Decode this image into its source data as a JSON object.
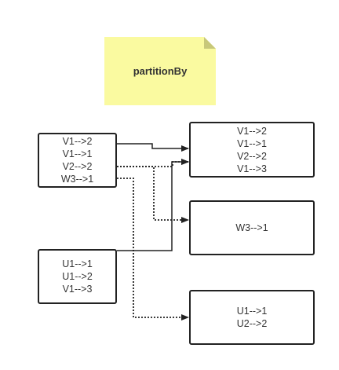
{
  "note": {
    "title": "partitionBy"
  },
  "source_boxes": [
    {
      "id": "src-1",
      "lines": [
        "V1-->2",
        "V1-->1",
        "V2-->2",
        "W3-->1"
      ]
    },
    {
      "id": "src-2",
      "lines": [
        "U1-->1",
        "U1-->2",
        "V1-->3"
      ]
    }
  ],
  "partition_boxes": [
    {
      "id": "part-1",
      "lines": [
        "V1-->2",
        "V1-->1",
        "V2-->2",
        "V1-->3"
      ]
    },
    {
      "id": "part-2",
      "lines": [
        "W3-->1"
      ]
    },
    {
      "id": "part-3",
      "lines": [
        "U1-->1",
        "U2-->2"
      ]
    }
  ],
  "colors": {
    "note_fill": "#fafaa0",
    "note_fold": "#c8c87a",
    "stroke": "#222222"
  }
}
